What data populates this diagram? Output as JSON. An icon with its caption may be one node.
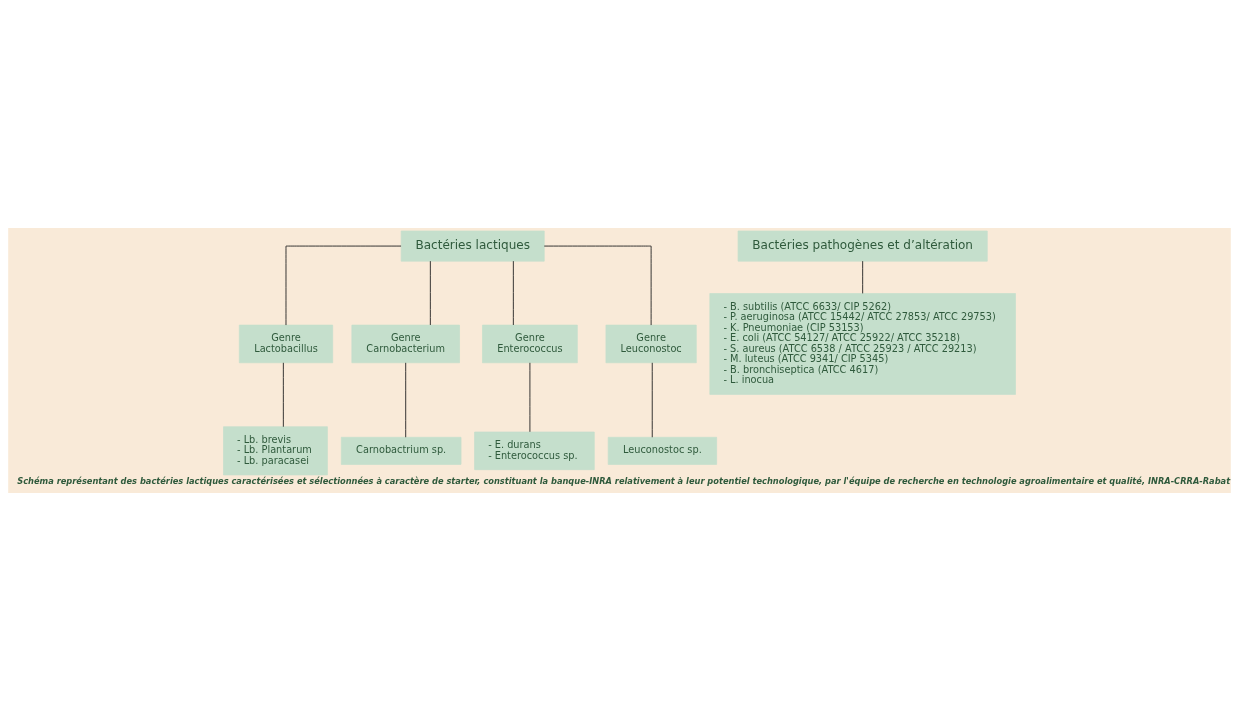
{
  "diagram": {
    "caption": "Schéma représentant des bactéries lactiques caractérisées et sélectionnées à caractère de starter, constituant la banque-INRA relativement à leur potentiel technologique, par l'équipe de recherche en technologie agroalimentaire et qualité, INRA-CRRA-Rabat",
    "nodes": [
      {
        "text": [
          "Bactéries lactiques"
        ]
      },
      {
        "text": [
          "Genre",
          "Lactobacillus"
        ]
      },
      {
        "text": [
          "Genre",
          "Carnobacterium"
        ]
      },
      {
        "text": [
          "Genre",
          "Enterococcus"
        ]
      },
      {
        "text": [
          "Genre",
          "Leuconostoc"
        ]
      },
      {
        "text": [
          "- Lb. brevis",
          "- Lb. Plantarum",
          "- Lb. paracasei"
        ]
      },
      {
        "text": [
          "Carnobactrium sp."
        ]
      },
      {
        "text": [
          "- E. durans",
          "- Enterococcus sp."
        ]
      },
      {
        "text": [
          "Leuconostoc sp."
        ]
      },
      {
        "text": [
          "Bactéries pathogènes et d’altération"
        ]
      },
      {
        "text": [
          "- B. subtilis (ATCC 6633/ CIP 5262)",
          "- P. aeruginosa (ATCC 15442/ ATCC 27853/ ATCC 29753)",
          "- K. Pneumoniae (CIP 53153)",
          "- E. coli (ATCC 54127/ ATCC 25922/ ATCC 35218)",
          "- S. aureus (ATCC 6538 / ATCC 25923 / ATCC 29213)",
          "- M. luteus (ATCC 9341/ CIP 5345)",
          "- B. bronchiseptica (ATCC 4617)",
          "- L. inocua"
        ]
      }
    ],
    "edges": [
      {
        "from": 0,
        "to": 1,
        "arrow": "none"
      },
      {
        "from": 0,
        "to": 2,
        "arrow": "none"
      },
      {
        "from": 0,
        "to": 3,
        "arrow": "none"
      },
      {
        "from": 0,
        "to": 4,
        "arrow": "none"
      },
      {
        "from": 1,
        "to": 5,
        "arrow": "none"
      },
      {
        "from": 2,
        "to": 6,
        "arrow": "none"
      },
      {
        "from": 3,
        "to": 7,
        "arrow": "none"
      },
      {
        "from": 4,
        "to": 8,
        "arrow": "none"
      },
      {
        "from": 9,
        "to": 10,
        "arrow": "none"
      }
    ]
  }
}
